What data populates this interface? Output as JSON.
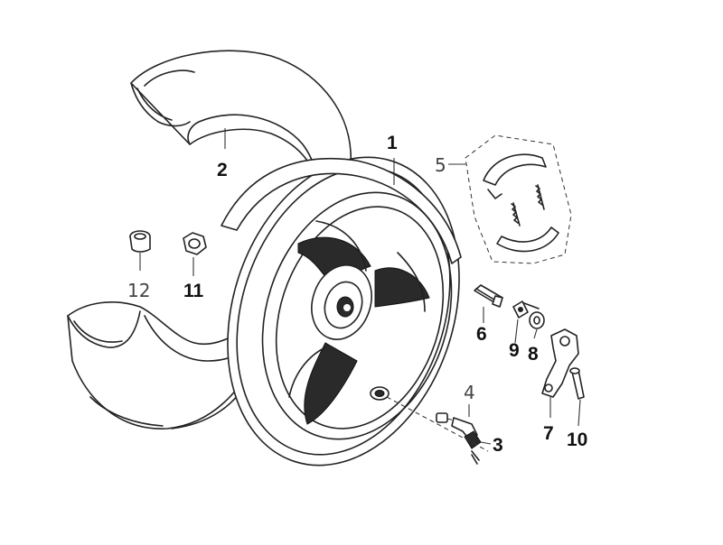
{
  "parts": [
    {
      "id": "rim",
      "label": "1"
    },
    {
      "id": "tire",
      "label": "2"
    },
    {
      "id": "valve-cap",
      "label": "3"
    },
    {
      "id": "valve-nut",
      "label": "4"
    },
    {
      "id": "brake-shoes",
      "label": "5"
    },
    {
      "id": "brake-cam",
      "label": "6"
    },
    {
      "id": "brake-arm",
      "label": "7"
    },
    {
      "id": "washer",
      "label": "8"
    },
    {
      "id": "indicator-plate",
      "label": "9"
    },
    {
      "id": "bolt",
      "label": "10"
    },
    {
      "id": "axle-nut",
      "label": "11"
    },
    {
      "id": "collar",
      "label": "12"
    }
  ]
}
